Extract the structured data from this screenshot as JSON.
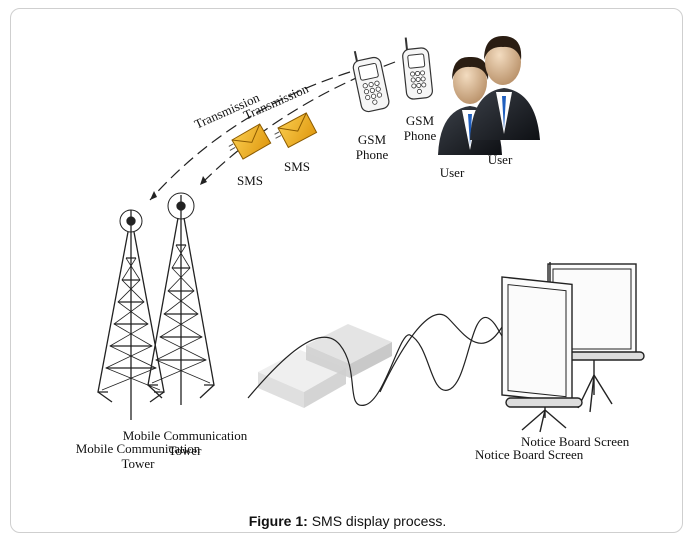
{
  "diagram": {
    "labels": {
      "transmission_1": "Transmission",
      "transmission_2": "Transmission",
      "sms_1": "SMS",
      "sms_2": "SMS",
      "gsm_phone_1": "GSM Phone",
      "gsm_phone_2": "GSM Phone",
      "user_1": "User",
      "user_2": "User",
      "tower_1": "Mobile Communication Tower",
      "tower_2": "Mobile Communication Tower",
      "notice_board_1": "Notice Board Screen",
      "notice_board_2": "Notice Board Screen"
    }
  },
  "caption": {
    "label": "Figure 1:",
    "text": " SMS display process."
  }
}
